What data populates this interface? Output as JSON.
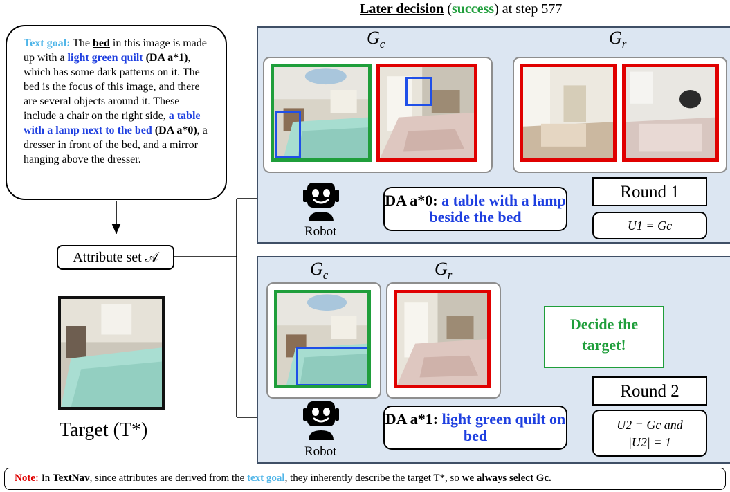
{
  "header": {
    "later_decision": "Later decision",
    "paren_open": " (",
    "success": "success",
    "suffix": ") at step 577"
  },
  "text_goal": {
    "label": "Text goal:",
    "t1": " The ",
    "bed": "bed",
    "t2": " in this image is made up with a ",
    "quilt": "light green quilt",
    "t3": " ",
    "da1": "(DA a*1)",
    "t4": ", which has some dark patterns on it. The bed is the focus of this image, and there are several objects around it. These include a chair on the right side, ",
    "table": "a table with a lamp next to the bed",
    "t5": " ",
    "da0": "(DA a*0)",
    "t6": ", a dresser in front of the bed, and a mirror hanging above the dresser."
  },
  "attribute_set": "Attribute set 𝒜",
  "target_label": "Target (T*)",
  "panel1": {
    "gc": "G",
    "gc_sub": "c",
    "gr": "G",
    "gr_sub": "r",
    "robot": "Robot",
    "da_prefix": "DA a*0: ",
    "da_text": "a table with a lamp beside the bed",
    "round": "Round 1",
    "eq": "U1 = Gc"
  },
  "panel2": {
    "gc": "G",
    "gc_sub": "c",
    "gr": "G",
    "gr_sub": "r",
    "robot": "Robot",
    "da_prefix": "DA a*1: ",
    "da_text": "light green quilt on bed",
    "decide": "Decide the target!",
    "round": "Round 2",
    "eq_line1": "U2 = Gc and",
    "eq_line2": "|U2| = 1"
  },
  "note": {
    "label": "Note:",
    "t1": " In ",
    "textnav": "TextNav",
    "t2": ", since attributes are derived from the ",
    "text_goal": "text goal",
    "t3": ", they inherently describe the target T*, so ",
    "bold": "we always select Gc."
  },
  "colors": {
    "panel_bg": "#dce6f2",
    "green": "#1f9e3b",
    "red": "#e00000",
    "blue": "#1e3fe0",
    "cyan": "#4fb5e8"
  }
}
